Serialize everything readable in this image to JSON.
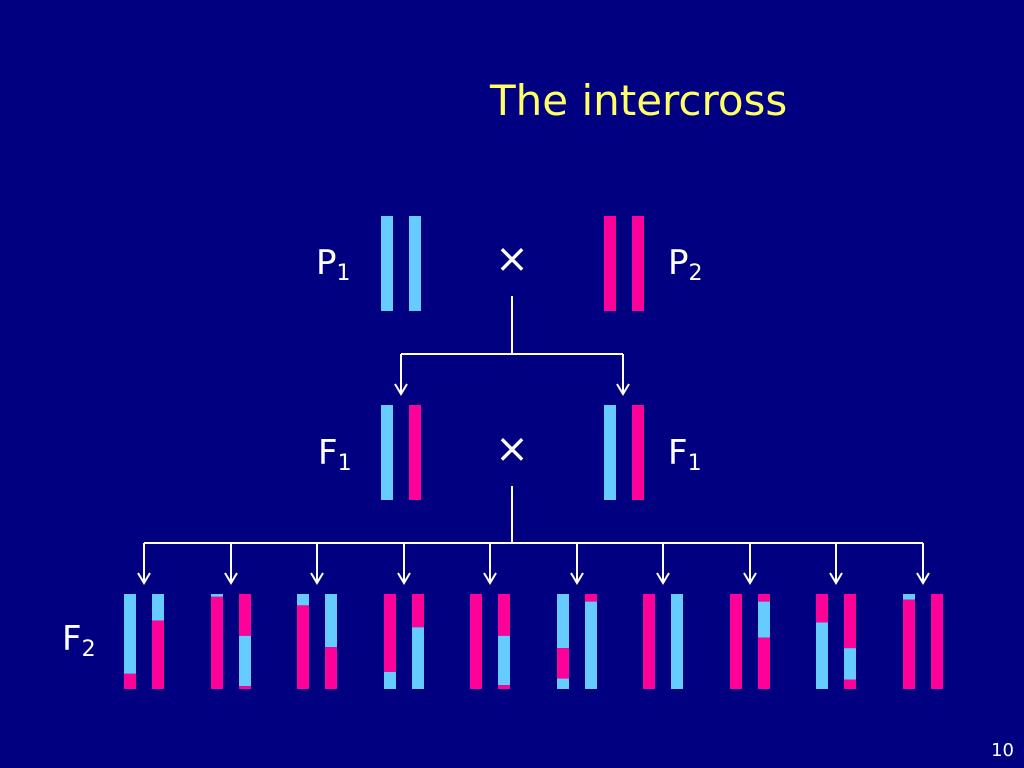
{
  "title": "The intercross",
  "page_number": "10",
  "colors": {
    "background": "#000080",
    "title": "#ffff66",
    "strain1": "#66ccff",
    "strain2": "#ff0099",
    "lines": "#ffffff"
  },
  "labels": {
    "p1": {
      "base": "P",
      "sub": "1"
    },
    "p2": {
      "base": "P",
      "sub": "2"
    },
    "f1_left": {
      "base": "F",
      "sub": "1"
    },
    "f1_right": {
      "base": "F",
      "sub": "1"
    },
    "f2": {
      "base": "F",
      "sub": "2"
    }
  },
  "cross_symbol": "×",
  "parents": {
    "p1": [
      [
        [
          "A",
          1
        ]
      ],
      [
        [
          "A",
          1
        ]
      ]
    ],
    "p2": [
      [
        [
          "B",
          1
        ]
      ],
      [
        [
          "B",
          1
        ]
      ]
    ],
    "f1_left": [
      [
        [
          "A",
          1
        ]
      ],
      [
        [
          "B",
          1
        ]
      ]
    ],
    "f1_right": [
      [
        [
          "A",
          1
        ]
      ],
      [
        [
          "B",
          1
        ]
      ]
    ]
  },
  "f2_individuals": [
    [
      [
        [
          "A",
          0.84
        ],
        [
          "B",
          0.16
        ]
      ],
      [
        [
          "A",
          0.28
        ],
        [
          "B",
          0.72
        ]
      ]
    ],
    [
      [
        [
          "A",
          0.03
        ],
        [
          "B",
          0.97
        ]
      ],
      [
        [
          "B",
          0.44
        ],
        [
          "A",
          0.53
        ],
        [
          "B",
          0.03
        ]
      ]
    ],
    [
      [
        [
          "A",
          0.12
        ],
        [
          "B",
          0.88
        ]
      ],
      [
        [
          "A",
          0.56
        ],
        [
          "B",
          0.44
        ]
      ]
    ],
    [
      [
        [
          "B",
          0.82
        ],
        [
          "A",
          0.18
        ]
      ],
      [
        [
          "B",
          0.35
        ],
        [
          "A",
          0.65
        ]
      ]
    ],
    [
      [
        [
          "B",
          1
        ]
      ],
      [
        [
          "B",
          0.44
        ],
        [
          "A",
          0.52
        ],
        [
          "B",
          0.04
        ]
      ]
    ],
    [
      [
        [
          "A",
          0.57
        ],
        [
          "B",
          0.32
        ],
        [
          "A",
          0.11
        ]
      ],
      [
        [
          "B",
          0.08
        ],
        [
          "A",
          0.92
        ]
      ]
    ],
    [
      [
        [
          "B",
          1
        ]
      ],
      [
        [
          "A",
          1
        ]
      ]
    ],
    [
      [
        [
          "B",
          1
        ]
      ],
      [
        [
          "B",
          0.08
        ],
        [
          "A",
          0.38
        ],
        [
          "B",
          0.54
        ]
      ]
    ],
    [
      [
        [
          "B",
          0.3
        ],
        [
          "A",
          0.7
        ]
      ],
      [
        [
          "B",
          0.57
        ],
        [
          "A",
          0.33
        ],
        [
          "B",
          0.1
        ]
      ]
    ],
    [
      [
        [
          "A",
          0.06
        ],
        [
          "B",
          0.94
        ]
      ],
      [
        [
          "B",
          1
        ]
      ]
    ]
  ]
}
